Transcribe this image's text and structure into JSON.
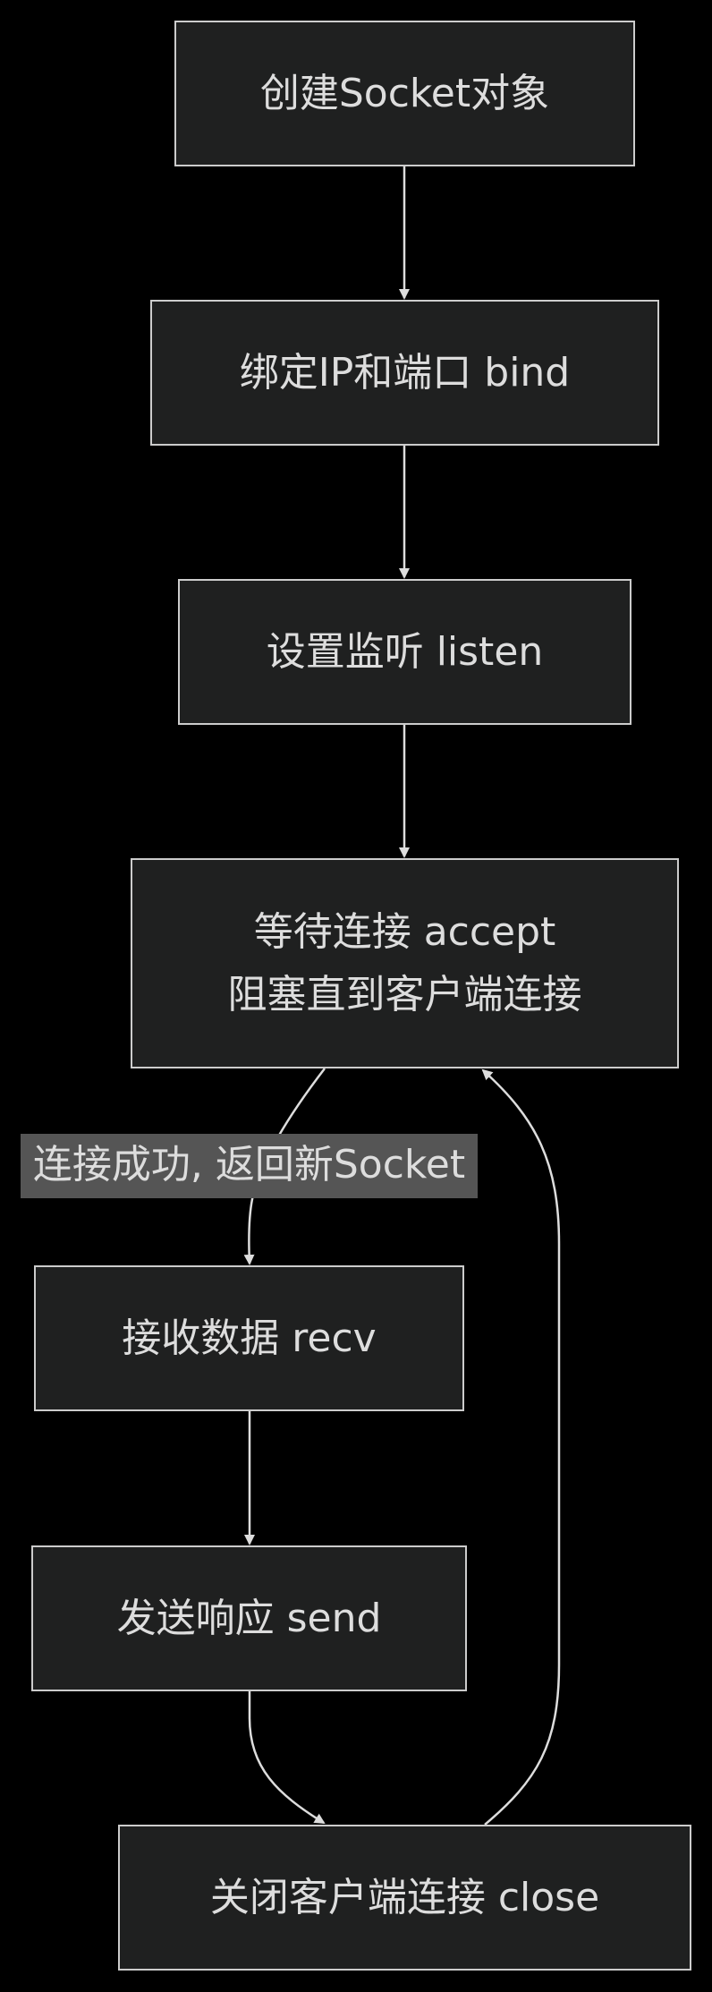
{
  "diagram": {
    "nodes": {
      "create_socket": "创建Socket对象",
      "bind": "绑定IP和端口 bind",
      "listen": "设置监听 listen",
      "accept_line1": "等待连接 accept",
      "accept_line2": "阻塞直到客户端连接",
      "recv": "接收数据 recv",
      "send": "发送响应 send",
      "close": "关闭客户端连接 close"
    },
    "edge_labels": {
      "accept_to_recv": "连接成功, 返回新Socket"
    }
  },
  "colors": {
    "background": "#000000",
    "node_fill": "#1f2020",
    "node_border": "#cccccc",
    "text": "#dddddd",
    "edge": "#dddddd",
    "edge_label_bg": "#555555"
  }
}
